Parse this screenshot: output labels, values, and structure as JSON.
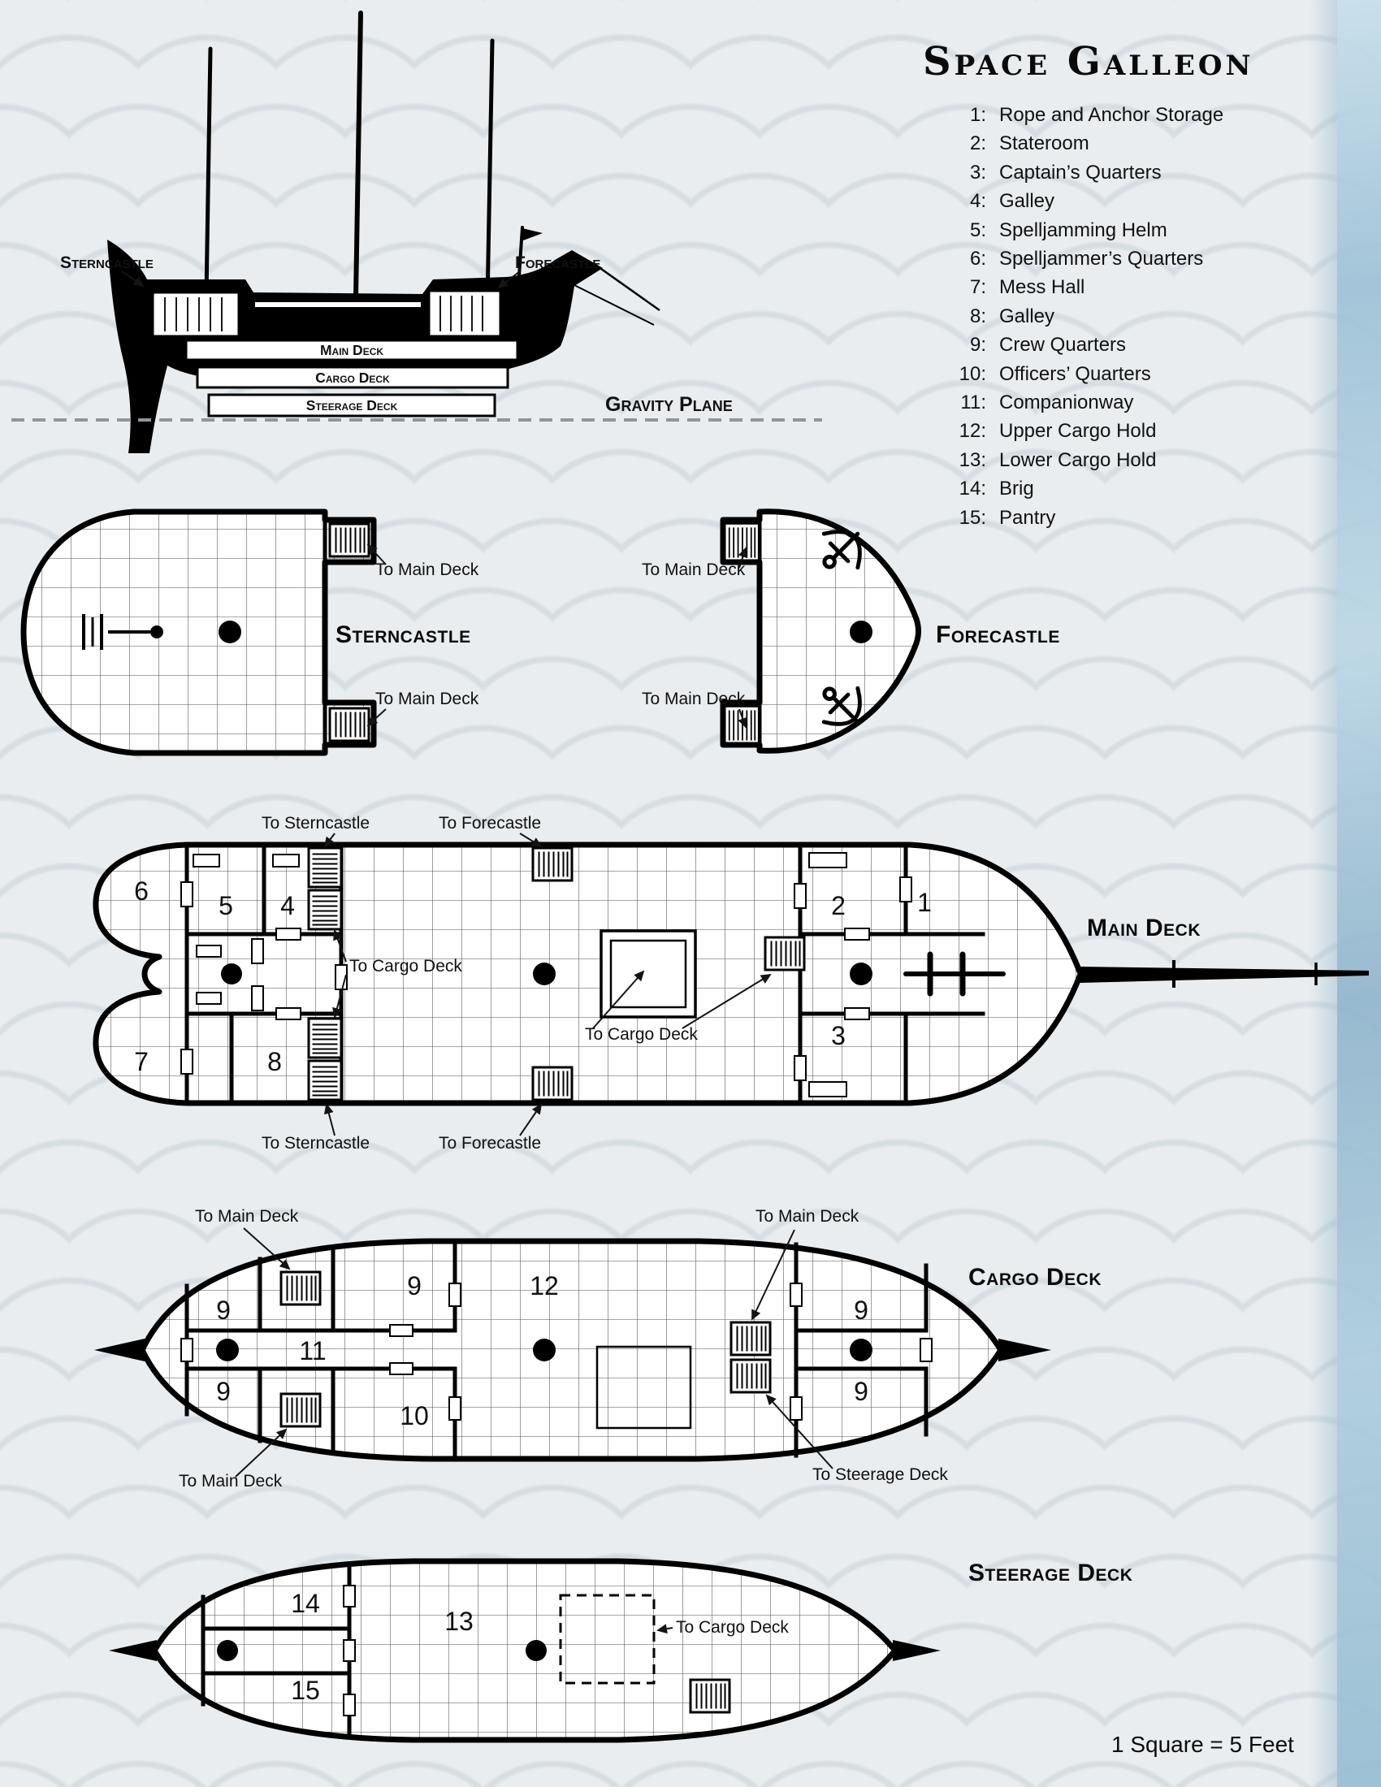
{
  "title": "Space Galleon",
  "legend": [
    {
      "n": "1:",
      "t": "Rope and Anchor Storage"
    },
    {
      "n": "2:",
      "t": "Stateroom"
    },
    {
      "n": "3:",
      "t": "Captain’s Quarters"
    },
    {
      "n": "4:",
      "t": "Galley"
    },
    {
      "n": "5:",
      "t": "Spelljamming Helm"
    },
    {
      "n": "6:",
      "t": "Spelljammer’s Quarters"
    },
    {
      "n": "7:",
      "t": "Mess Hall"
    },
    {
      "n": "8:",
      "t": "Galley"
    },
    {
      "n": "9:",
      "t": "Crew Quarters"
    },
    {
      "n": "10:",
      "t": "Officers’ Quarters"
    },
    {
      "n": "11:",
      "t": "Companionway"
    },
    {
      "n": "12:",
      "t": "Upper Cargo Hold"
    },
    {
      "n": "13:",
      "t": "Lower Cargo Hold"
    },
    {
      "n": "14:",
      "t": "Brig"
    },
    {
      "n": "15:",
      "t": "Pantry"
    }
  ],
  "profile": {
    "sterncastle": "Sterncastle",
    "forecastle": "Forecastle",
    "main_deck": "Main Deck",
    "cargo_deck": "Cargo Deck",
    "steerage_deck": "Steerage Deck",
    "gravity_plane": "Gravity Plane"
  },
  "deck_titles": {
    "sterncastle": "Sterncastle",
    "forecastle": "Forecastle",
    "main": "Main Deck",
    "cargo": "Cargo Deck",
    "steerage": "Steerage Deck"
  },
  "labels": {
    "to_main_deck": "To Main Deck",
    "to_sterncastle": "To Sterncastle",
    "to_forecastle": "To Forecastle",
    "to_cargo_deck": "To Cargo Deck",
    "to_steerage_deck": "To Steerage Deck"
  },
  "rooms": {
    "main": {
      "r1": "1",
      "r2": "2",
      "r3": "3",
      "r4": "4",
      "r5": "5",
      "r6": "6",
      "r7": "7",
      "r8": "8"
    },
    "cargo": {
      "r9a": "9",
      "r9b": "9",
      "r9c": "9",
      "r9d": "9",
      "r10": "10",
      "r11": "11",
      "r12": "12"
    },
    "steerage": {
      "r13": "13",
      "r14": "14",
      "r15": "15"
    }
  },
  "scale_note": "1 Square = 5 Feet"
}
